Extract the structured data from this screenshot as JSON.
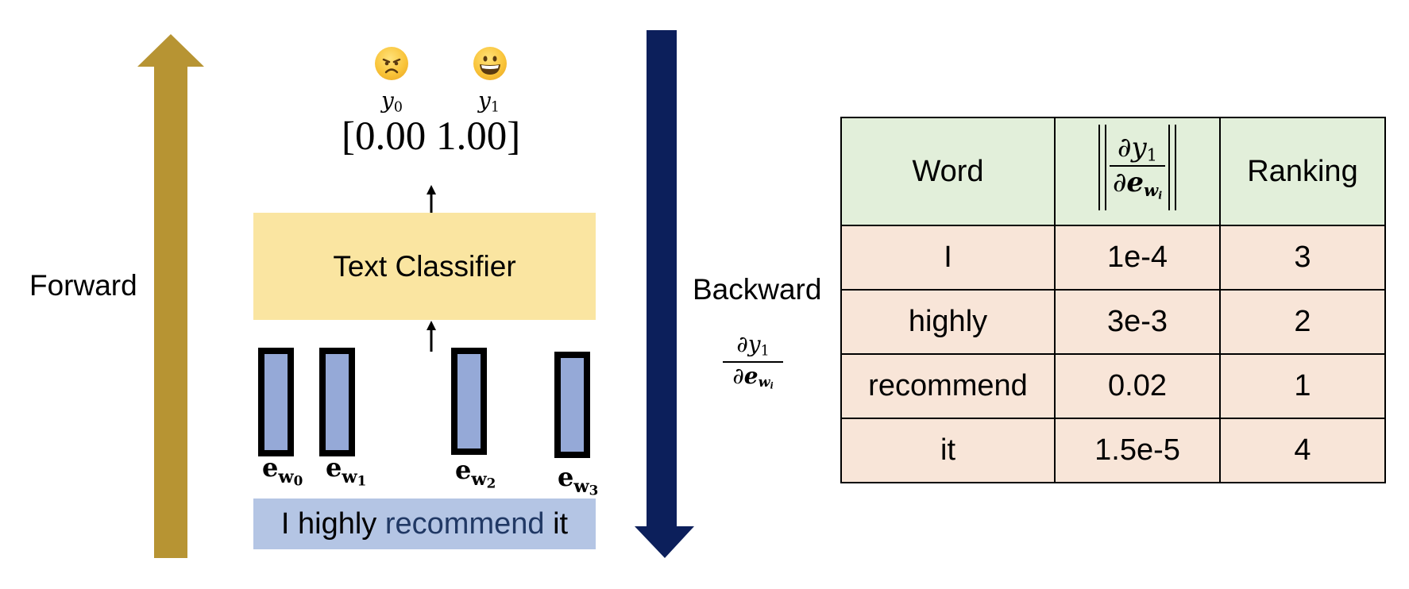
{
  "colors": {
    "forward_arrow": "#B79433",
    "backward_arrow": "#0C1F5B",
    "classifier_bg": "#FAE5A1",
    "embedding_fill": "#95A9D7",
    "sentence_bg": "#B4C5E4",
    "highlight_word": "#203864",
    "table_header_bg": "#E2EFDA",
    "table_row_bg": "#F8E5D8"
  },
  "forward": {
    "label": "Forward",
    "icon": "arrow-up-icon"
  },
  "backward": {
    "label": "Backward",
    "icon": "arrow-down-icon",
    "gradient": {
      "numerator": "∂y",
      "numerator_sub": "1",
      "denominator": "∂",
      "denominator_var": "e",
      "denominator_sub": "w",
      "denominator_subsub": "i"
    }
  },
  "outputs": {
    "emojis": [
      {
        "name": "angry-face-icon",
        "label": "y",
        "sub": "0"
      },
      {
        "name": "grinning-face-icon",
        "label": "y",
        "sub": "1"
      }
    ],
    "probabilities": "[0.00 1.00]"
  },
  "classifier": {
    "label": "Text Classifier"
  },
  "embeddings": [
    {
      "label": "e",
      "sub": "w",
      "subsub": "0"
    },
    {
      "label": "e",
      "sub": "w",
      "subsub": "1"
    },
    {
      "label": "e",
      "sub": "w",
      "subsub": "2"
    },
    {
      "label": "e",
      "sub": "w",
      "subsub": "3"
    }
  ],
  "sentence": {
    "before": "I highly ",
    "highlight": "recommend",
    "after": " it"
  },
  "table": {
    "headers": {
      "word": "Word",
      "gradient_numerator": "∂y",
      "gradient_numerator_sub": "1",
      "gradient_denominator": "∂",
      "gradient_denominator_var": "e",
      "gradient_denominator_sub": "w",
      "gradient_denominator_subsub": "i",
      "ranking": "Ranking"
    },
    "rows": [
      {
        "word": "I",
        "gradient": "1e-4",
        "ranking": "3"
      },
      {
        "word": "highly",
        "gradient": "3e-3",
        "ranking": "2"
      },
      {
        "word": "recommend",
        "gradient": "0.02",
        "ranking": "1"
      },
      {
        "word": "it",
        "gradient": "1.5e-5",
        "ranking": "4"
      }
    ]
  }
}
